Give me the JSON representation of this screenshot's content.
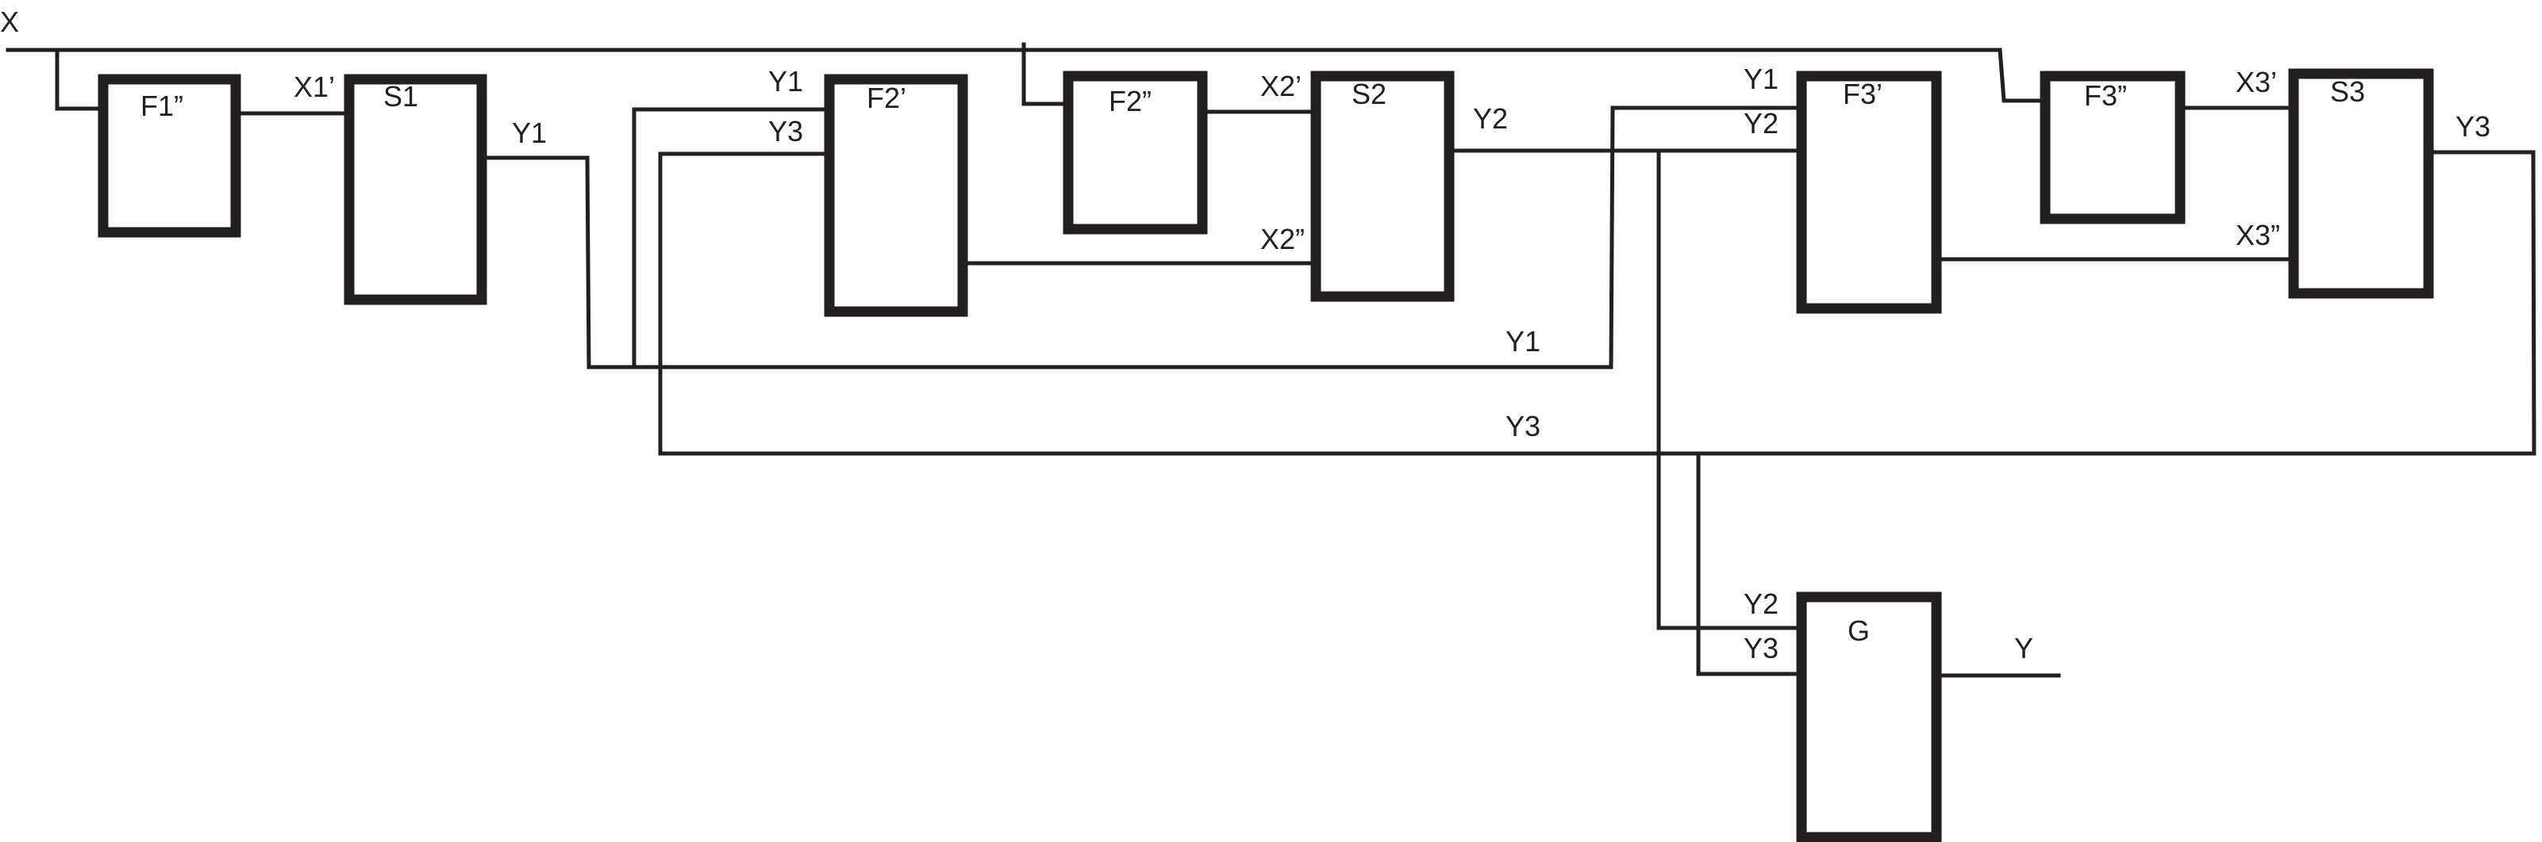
{
  "diagram": {
    "input_label": "X",
    "output_label": "Y",
    "blocks": {
      "f1pp": "F1”",
      "s1": "S1",
      "f2p": "F2’",
      "f2pp": "F2”",
      "s2": "S2",
      "f3p": "F3’",
      "f3pp": "F3”",
      "s3": "S3",
      "g": "G"
    },
    "signals": {
      "x1p": "X1’",
      "x2p": "X2’",
      "x2pp": "X2”",
      "x3p": "X3’",
      "x3pp": "X3”",
      "y1": "Y1",
      "y2": "Y2",
      "y3": "Y3"
    }
  }
}
